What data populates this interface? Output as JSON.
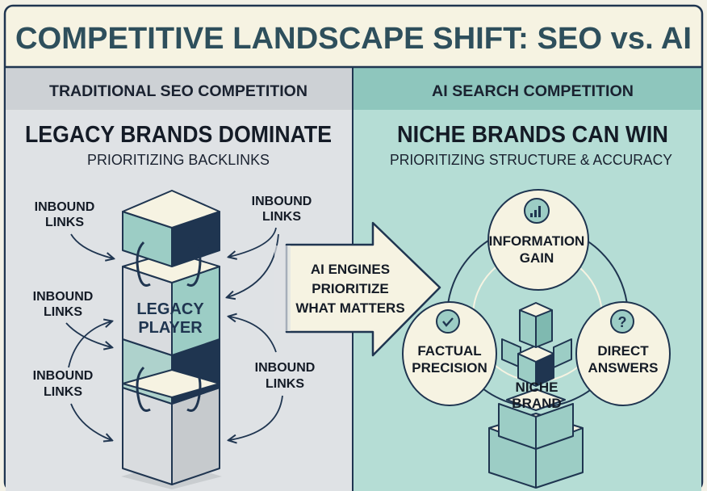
{
  "title": "COMPETITIVE LANDSCAPE SHIFT: SEO vs. AI",
  "left": {
    "header": "TRADITIONAL SEO COMPETITION",
    "headline": "LEGACY BRANDS DOMINATE",
    "subhead": "PRIORITIZING BACKLINKS",
    "tower_label": [
      "LEGACY",
      "PLAYER"
    ],
    "link_labels": [
      [
        "INBOUND",
        "LINKS"
      ],
      [
        "INBOUND",
        "LINKS"
      ],
      [
        "INBOUND",
        "LINKS"
      ],
      [
        "INBOUND",
        "LINKS"
      ],
      [
        "INBOUND",
        "LINKS"
      ]
    ]
  },
  "arrow": {
    "lines": [
      "AI ENGINES",
      "PRIORITIZE",
      "WHAT MATTERS"
    ]
  },
  "right": {
    "header": "AI SEARCH COMPETITION",
    "headline": "NICHE BRANDS CAN WIN",
    "subhead": "PRIORITIZING STRUCTURE & ACCURACY",
    "factors": [
      {
        "icon": "bar-chart-icon",
        "lines": [
          "INFORMATION",
          "GAIN"
        ]
      },
      {
        "icon": "checkmark-icon",
        "lines": [
          "FACTUAL",
          "PRECISION"
        ]
      },
      {
        "icon": "question-icon",
        "lines": [
          "DIRECT",
          "ANSWERS"
        ]
      }
    ],
    "brand_label": [
      "NICHE",
      "BRAND"
    ]
  },
  "colors": {
    "navy": "#1f3550",
    "title_text": "#2e4f5c",
    "cream": "#f6f3e2",
    "left_header": "#cdd1d5",
    "left_body": "#dfe2e5",
    "right_header": "#8ec6bd",
    "right_body": "#b5ddd5",
    "teal": "#9ccdc5"
  }
}
